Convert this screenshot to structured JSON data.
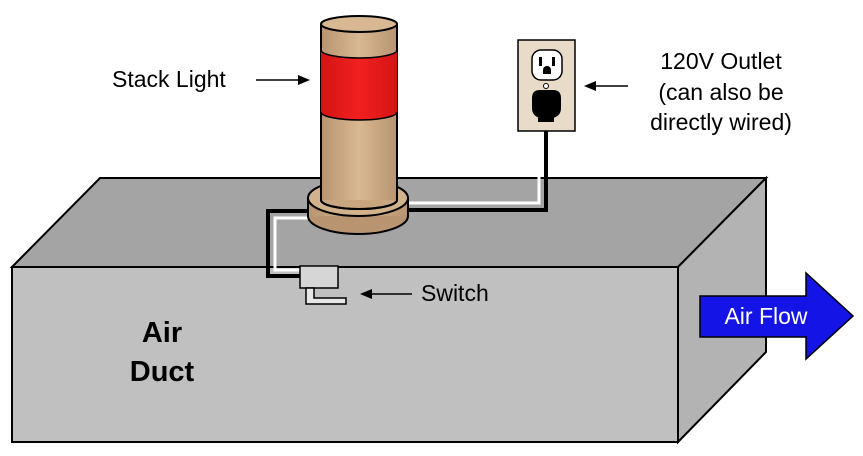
{
  "labels": {
    "stack_light": "Stack Light",
    "outlet_line1": "120V Outlet",
    "outlet_line2": "(can also be",
    "outlet_line3": "directly wired)",
    "switch": "Switch",
    "duct_line1": "Air",
    "duct_line2": "Duct",
    "air_flow": "Air Flow"
  },
  "colors": {
    "duct_front": "#c0c0c0",
    "duct_top": "#a4a4a4",
    "duct_side": "#b3b3b3",
    "stack_body": "#cca882",
    "stack_red": "#ee1c1c",
    "outlet_plate": "#e8dcc8",
    "wire": "#000000",
    "airflow_arrow": "#1414e6",
    "switch_body": "#d6d6d6"
  },
  "icons": {
    "outlet": "duplex-outlet-icon",
    "plug": "plug-icon",
    "switch": "airflow-switch-icon"
  }
}
